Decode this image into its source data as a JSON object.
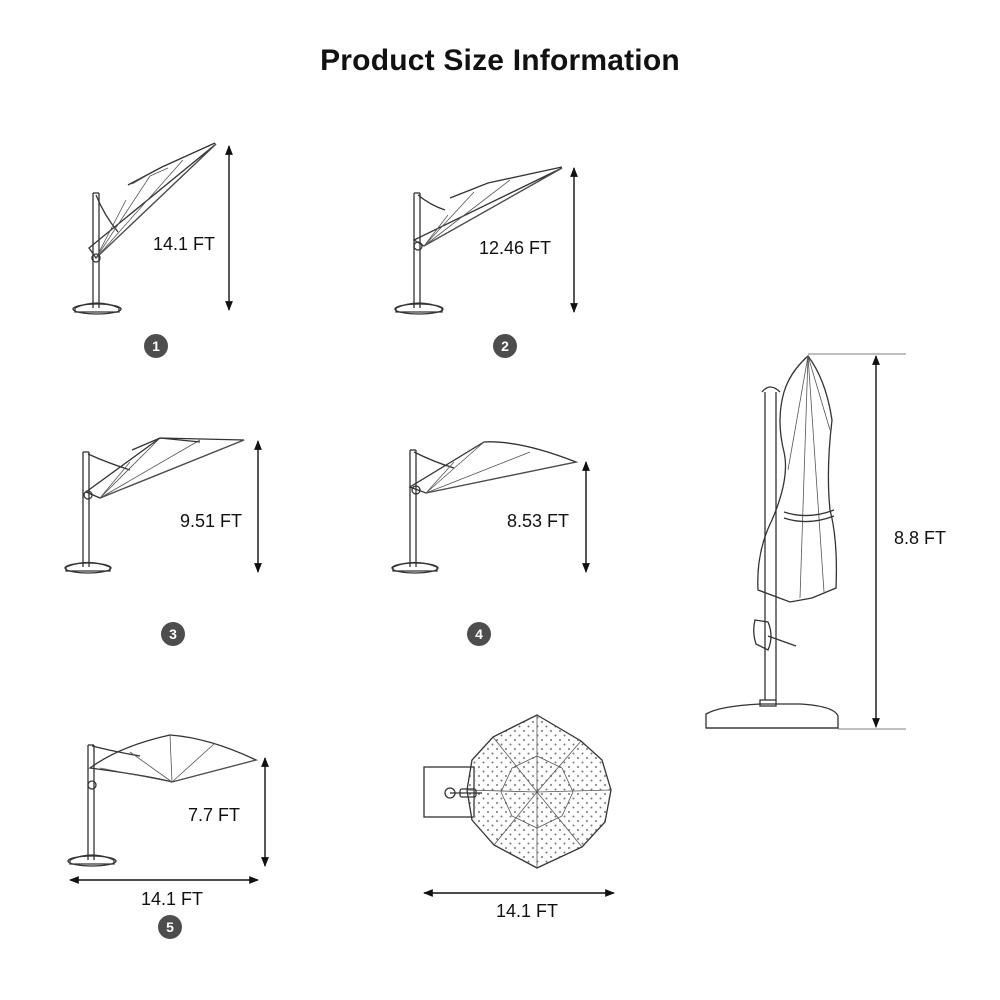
{
  "title": "Product Size Information",
  "colors": {
    "ink": "#333333",
    "badge": "#4d4d4d",
    "dot": "#777777"
  },
  "positions": [
    {
      "number": "1",
      "height_label": "14.1 FT"
    },
    {
      "number": "2",
      "height_label": "12.46 FT"
    },
    {
      "number": "3",
      "height_label": "9.51 FT"
    },
    {
      "number": "4",
      "height_label": "8.53 FT"
    },
    {
      "number": "5",
      "height_label": "7.7 FT",
      "width_label": "14.1 FT"
    }
  ],
  "top_view": {
    "width_label": "14.1 FT"
  },
  "closed_view": {
    "height_label": "8.8 FT"
  }
}
